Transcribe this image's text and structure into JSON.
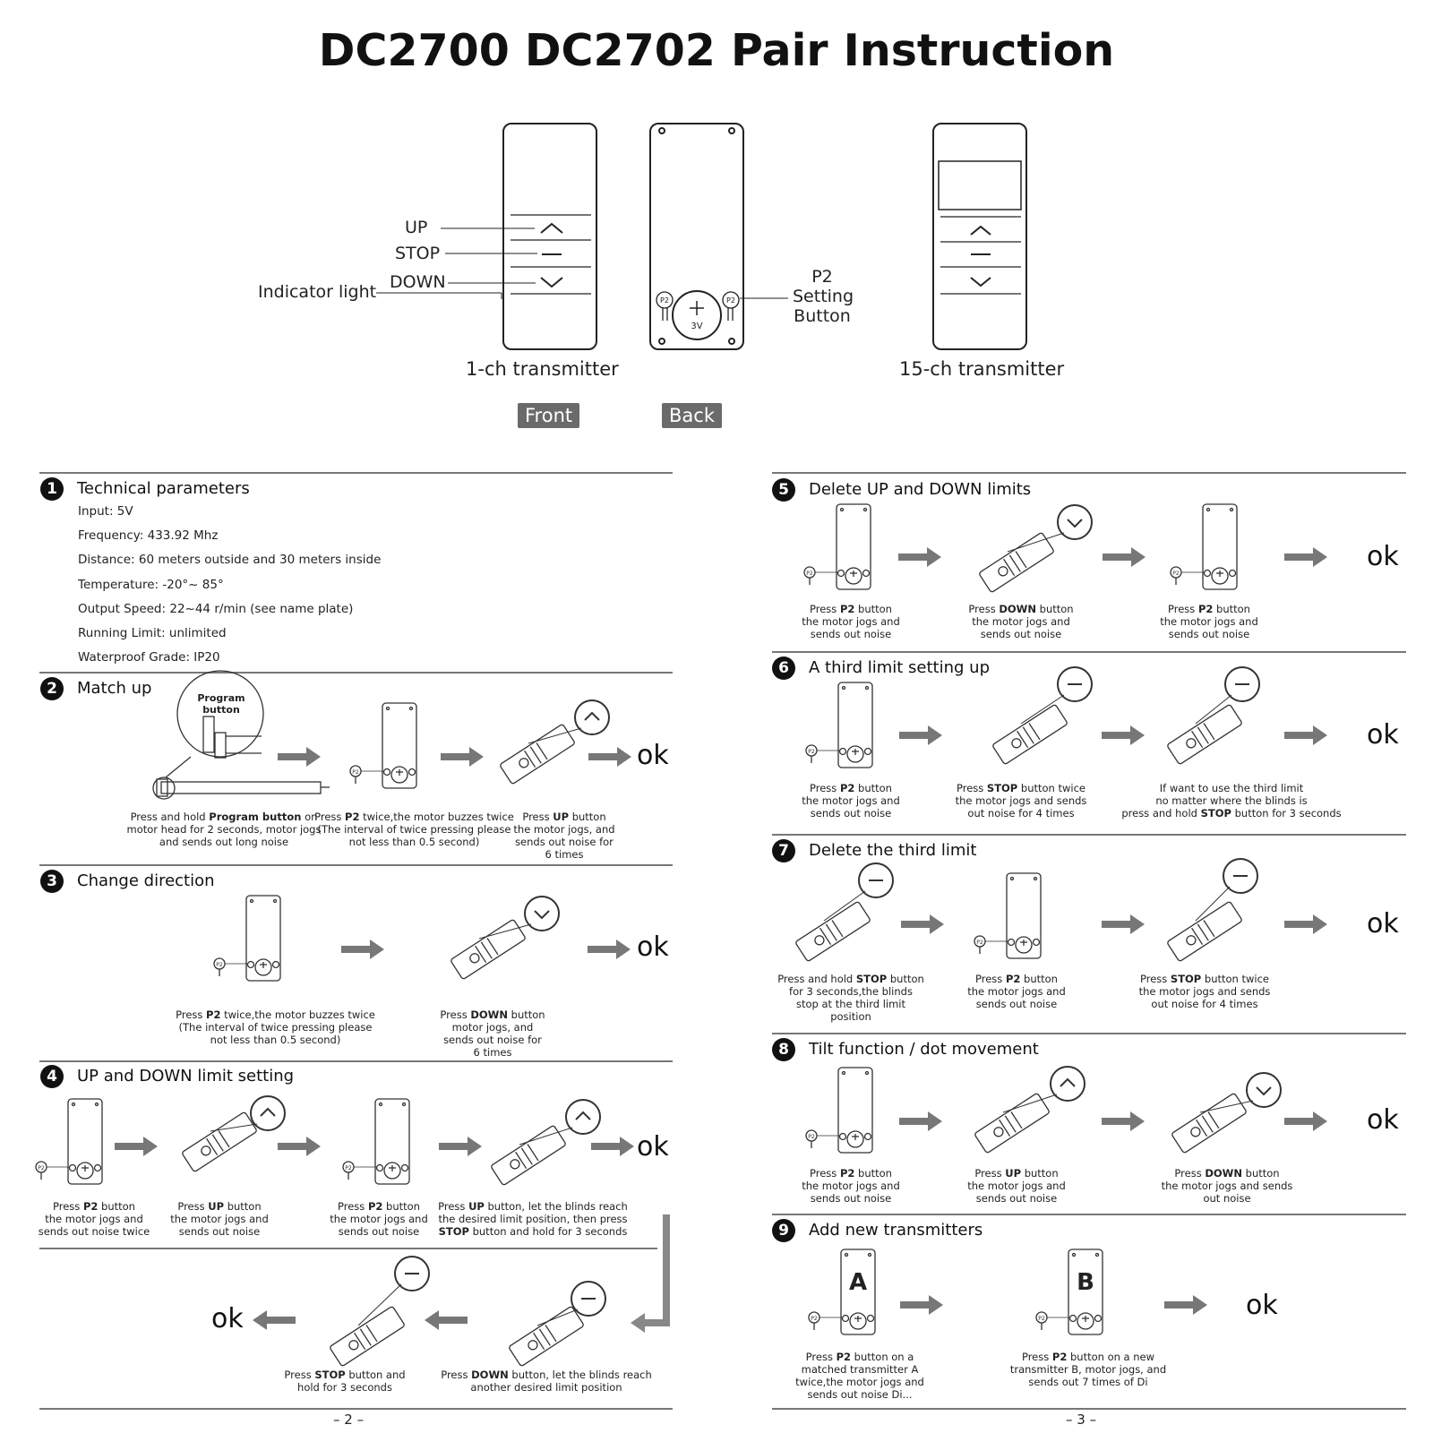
{
  "title": "DC2700 DC2702 Pair Instruction",
  "top_labels": {
    "up": "UP",
    "stop": "STOP",
    "down": "DOWN",
    "indicator": "Indicator light",
    "p2_line1": "P2",
    "p2_line2": "Setting",
    "p2_line3": "Button",
    "battery": "3V",
    "p2_chip": "P2",
    "one_ch": "1-ch transmitter",
    "fifteen_ch": "15-ch transmitter",
    "front": "Front",
    "back": "Back"
  },
  "sections": {
    "s1": {
      "num": "1",
      "title": "Technical parameters",
      "params": [
        {
          "key": "Input:",
          "val": " 5V"
        },
        {
          "key": "Frequency:",
          "val": " 433.92 Mhz"
        },
        {
          "key": "Distance:",
          "val": " 60 meters outside and 30 meters inside"
        },
        {
          "key": "Temperature:",
          "val": " -20°~ 85°"
        },
        {
          "key": "Output Speed:",
          "val": " 22~44 r/min (see name plate)"
        },
        {
          "key": "Running Limit:",
          "val": " unlimited"
        },
        {
          "key": "Waterproof Grade:",
          "val": " IP20"
        }
      ]
    },
    "s2": {
      "num": "2",
      "title": "Match up",
      "program_label": "Program\nbutton",
      "captions": [
        "Press and hold <b>Program button</b> on\nmotor head for 2 seconds, motor jogs\nand sends out long noise",
        "Press <b>P2</b> twice,the motor buzzes twice\n(The interval of twice pressing please\nnot less than 0.5 second)",
        "Press <b>UP</b> button\nthe motor jogs, and\nsends out noise for\n6 times"
      ],
      "ok": "ok"
    },
    "s3": {
      "num": "3",
      "title": "Change direction",
      "captions": [
        "Press <b>P2</b> twice,the motor buzzes twice\n(The interval of twice pressing please\nnot less than 0.5 second)",
        "Press <b>DOWN</b> button\nmotor jogs, and\nsends out noise for\n6 times"
      ],
      "ok": "ok"
    },
    "s4": {
      "num": "4",
      "title": "UP and DOWN limit setting",
      "captions": [
        "Press <b>P2</b> button\nthe motor jogs and\nsends out noise twice",
        "Press <b>UP</b> button\nthe motor jogs and\nsends out noise",
        "Press <b>P2</b> button\nthe motor jogs and\nsends out noise",
        "Press <b>UP</b> button, let the blinds reach\nthe desired limit position, then press\n<b>STOP</b> button and hold for 3 seconds",
        "Press <b>STOP</b> button and\nhold for 3 seconds",
        "Press <b>DOWN</b> button, let the blinds reach\nanother desired limit position"
      ],
      "ok1": "ok",
      "ok2": "ok"
    },
    "s5": {
      "num": "5",
      "title": "Delete UP and DOWN limits",
      "captions": [
        "Press <b>P2</b> button\nthe motor jogs and\nsends out noise",
        "Press <b>DOWN</b> button\nthe motor jogs and\nsends out noise",
        "Press <b>P2</b> button\nthe motor jogs and\nsends out noise"
      ],
      "ok": "ok"
    },
    "s6": {
      "num": "6",
      "title": "A third limit setting up",
      "captions": [
        "Press <b>P2</b> button\nthe motor jogs and\nsends out noise",
        "Press <b>STOP</b> button twice\nthe motor jogs and sends\nout noise for 4 times",
        "If want to use the third limit\nno matter where the blinds is\npress and hold <b>STOP</b> button for 3 seconds"
      ],
      "ok": "ok"
    },
    "s7": {
      "num": "7",
      "title": "Delete the third limit",
      "captions": [
        "Press and hold <b>STOP</b> button\nfor 3 seconds,the blinds\nstop at the third limit\nposition",
        "Press <b>P2</b> button\nthe motor jogs and\nsends out noise",
        "Press <b>STOP</b> button twice\nthe motor jogs and sends\nout noise for 4 times"
      ],
      "ok": "ok"
    },
    "s8": {
      "num": "8",
      "title": "Tilt function / dot movement",
      "captions": [
        "Press <b>P2</b> button\nthe motor jogs and\nsends out noise",
        "Press <b>UP</b> button\nthe motor jogs and\nsends out noise",
        "Press <b>DOWN</b> button\nthe motor jogs and sends\nout noise"
      ],
      "ok": "ok"
    },
    "s9": {
      "num": "9",
      "title": "Add new transmitters",
      "letter_a": "A",
      "letter_b": "B",
      "captions": [
        "Press <b>P2</b> button on a\nmatched transmitter A\ntwice,the motor jogs and\nsends out noise Di...",
        "Press <b>P2</b> button on a new\ntransmitter B, motor jogs, and\nsends out 7 times of Di"
      ],
      "ok": "ok"
    }
  },
  "pages": {
    "left": "– 2 –",
    "right": "– 3 –"
  }
}
